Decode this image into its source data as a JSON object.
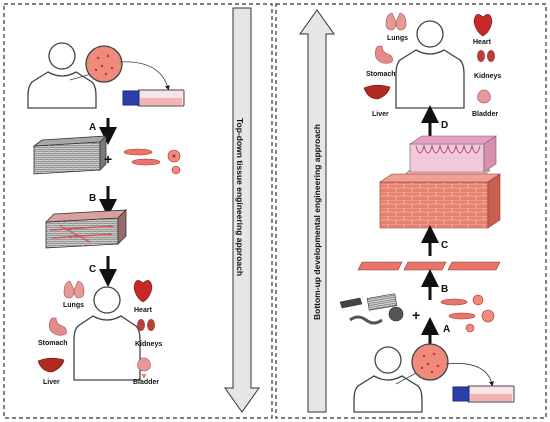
{
  "panels": {
    "left": {
      "vertical_label": "Top-down tissue engineering approach",
      "steps": [
        "A",
        "B",
        "C"
      ],
      "organs": {
        "lungs": "Lungs",
        "heart": "Heart",
        "stomach": "Stomach",
        "kidneys": "Kidneys",
        "liver": "Liver",
        "bladder": "Bladder"
      }
    },
    "right": {
      "vertical_label": "Bottom-up developmental engineering approach",
      "steps": [
        "A",
        "B",
        "C",
        "D"
      ],
      "organs": {
        "lungs": "Lungs",
        "heart": "Heart",
        "stomach": "Stomach",
        "kidneys": "Kidneys",
        "liver": "Liver",
        "bladder": "Bladder"
      }
    }
  },
  "symbols": {
    "plus": "+"
  },
  "colors": {
    "cell": "#e8746a",
    "cell_dark": "#c0463c",
    "organ": "#c84a3c",
    "organ_pink": "#e59a98",
    "body_outline": "#444444",
    "dashed_border": "#333333",
    "big_arrow": "#e6e6e6",
    "scaffold": "#8a8a8a",
    "flask_cap": "#2a3fa8",
    "tissue": "#f2c9d8"
  }
}
